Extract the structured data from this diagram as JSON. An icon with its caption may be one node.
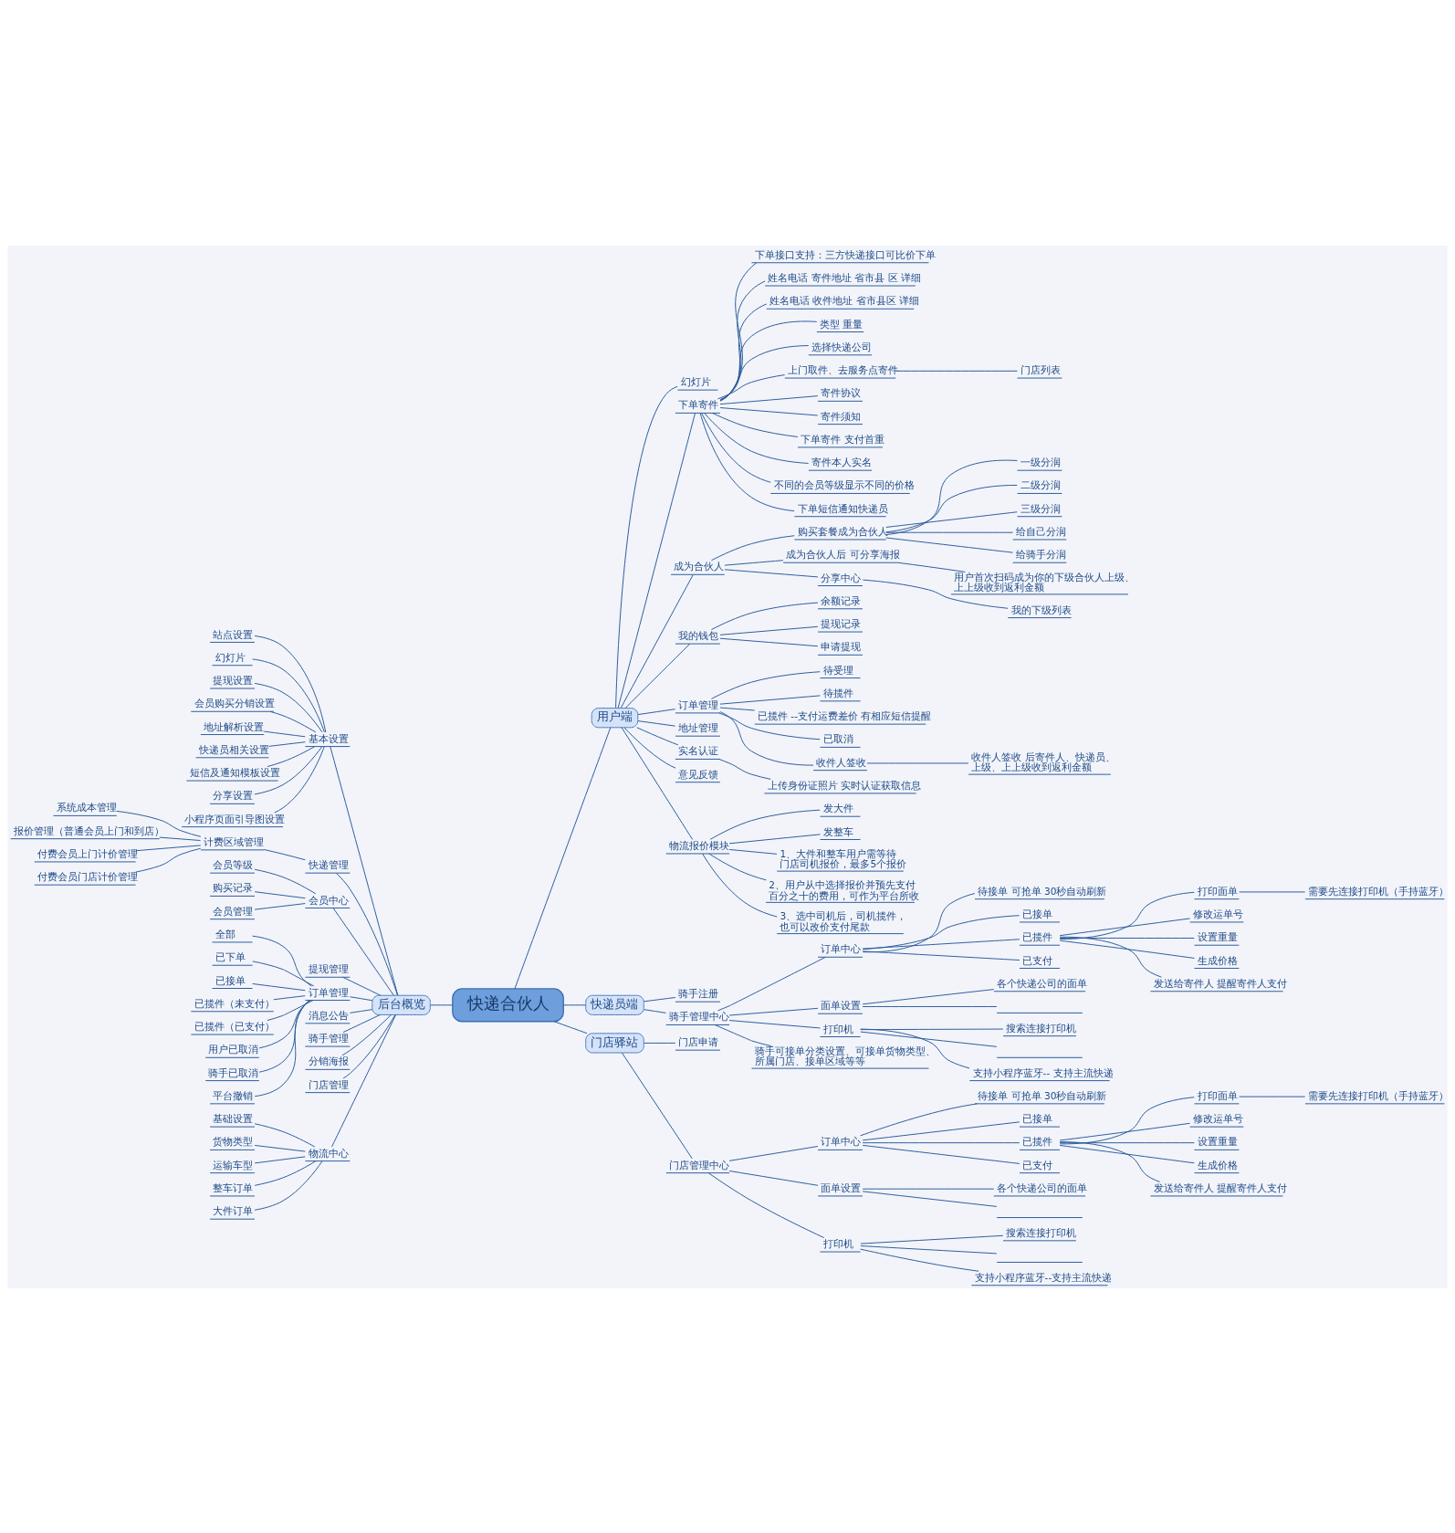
{
  "diagram": {
    "nodes": [
      {
        "text": [
          "快递合伙人"
        ]
      },
      {
        "text": [
          "用户端"
        ]
      },
      {
        "text": [
          "幻灯片"
        ]
      },
      {
        "text": [
          "下单寄件"
        ]
      },
      {
        "text": [
          "下单接口支持：三方快递接口可比价下单"
        ]
      },
      {
        "text": [
          "姓名电话 寄件地址 省市县 区 详细"
        ]
      },
      {
        "text": [
          "姓名电话 收件地址 省市县区 详细"
        ]
      },
      {
        "text": [
          "类型 重量"
        ]
      },
      {
        "text": [
          "选择快递公司"
        ]
      },
      {
        "text": [
          "上门取件、去服务点寄件"
        ]
      },
      {
        "text": [
          "门店列表"
        ]
      },
      {
        "text": [
          "寄件协议"
        ]
      },
      {
        "text": [
          "寄件须知"
        ]
      },
      {
        "text": [
          "下单寄件 支付首重"
        ]
      },
      {
        "text": [
          "寄件本人实名"
        ]
      },
      {
        "text": [
          "不同的会员等级显示不同的价格"
        ]
      },
      {
        "text": [
          "下单短信通知快递员"
        ]
      },
      {
        "text": [
          "成为合伙人"
        ]
      },
      {
        "text": [
          "购买套餐成为合伙人"
        ]
      },
      {
        "text": [
          "一级分润"
        ]
      },
      {
        "text": [
          "二级分润"
        ]
      },
      {
        "text": [
          "三级分润"
        ]
      },
      {
        "text": [
          "给自己分润"
        ]
      },
      {
        "text": [
          "给骑手分润"
        ]
      },
      {
        "text": [
          "成为合伙人后 可分享海报"
        ]
      },
      {
        "text": [
          "用户首次扫码成为你的下级合伙人上级、上上级收到返利金额"
        ]
      },
      {
        "text": [
          "分享中心"
        ]
      },
      {
        "text": [
          "我的下级列表"
        ]
      },
      {
        "text": [
          "我的钱包"
        ]
      },
      {
        "text": [
          "余额记录"
        ]
      },
      {
        "text": [
          "提现记录"
        ]
      },
      {
        "text": [
          "申请提现"
        ]
      },
      {
        "text": [
          "订单管理"
        ]
      },
      {
        "text": [
          "待受理"
        ]
      },
      {
        "text": [
          "待揽件"
        ]
      },
      {
        "text": [
          "已揽件 --支付运费差价 有相应短信提醒"
        ]
      },
      {
        "text": [
          "已取消"
        ]
      },
      {
        "text": [
          "收件人签收"
        ]
      },
      {
        "text": [
          "收件人签收 后寄件人、快递员、上级、上上级收到返利金额"
        ]
      },
      {
        "text": [
          "地址管理"
        ]
      },
      {
        "text": [
          "实名认证"
        ]
      },
      {
        "text": [
          "上传身份证照片 实时认证获取信息"
        ]
      },
      {
        "text": [
          "意见反馈"
        ]
      },
      {
        "text": [
          "物流报价模块"
        ]
      },
      {
        "text": [
          "发大件"
        ]
      },
      {
        "text": [
          "发整车"
        ]
      },
      {
        "text": [
          "1、大件和整车用户需等待门店司机报价，最多5个报价"
        ]
      },
      {
        "text": [
          "2、用户从中选择报价并预先支付百分之十的费用，可作为平台所收"
        ]
      },
      {
        "text": [
          "3、选中司机后，司机揽件，也可以改价支付尾款"
        ]
      },
      {
        "text": [
          "快递员端"
        ]
      },
      {
        "text": [
          "骑手注册"
        ]
      },
      {
        "text": [
          "骑手管理中心"
        ]
      },
      {
        "text": [
          "订单中心"
        ]
      },
      {
        "text": [
          "待接单 可抢单 30秒自动刷新"
        ]
      },
      {
        "text": [
          "已接单"
        ]
      },
      {
        "text": [
          "已揽件"
        ]
      },
      {
        "text": [
          "打印面单"
        ]
      },
      {
        "text": [
          "需要先连接打印机（手持蓝牙）"
        ]
      },
      {
        "text": [
          "修改运单号"
        ]
      },
      {
        "text": [
          "设置重量"
        ]
      },
      {
        "text": [
          "生成价格"
        ]
      },
      {
        "text": [
          "发送给寄件人 提醒寄件人支付"
        ]
      },
      {
        "text": [
          "已支付"
        ]
      },
      {
        "text": [
          "面单设置"
        ]
      },
      {
        "text": [
          "各个快递公司的面单"
        ]
      },
      {
        "text": [],
        "shape": "bar"
      },
      {
        "text": [
          "打印机"
        ]
      },
      {
        "text": [
          "搜索连接打印机"
        ]
      },
      {
        "text": [],
        "shape": "bar"
      },
      {
        "text": [
          "支持小程序蓝牙-- 支持主流快递"
        ]
      },
      {
        "text": [
          "骑手可接单分类设置、可接单货物类型、所属门店、接单区域等等"
        ]
      },
      {
        "text": [
          "门店驿站"
        ]
      },
      {
        "text": [
          "门店申请"
        ]
      },
      {
        "text": [
          "门店管理中心"
        ]
      },
      {
        "text": [
          "订单中心"
        ]
      },
      {
        "text": [
          "待接单 可抢单 30秒自动刷新"
        ]
      },
      {
        "text": [
          "已接单"
        ]
      },
      {
        "text": [
          "已揽件"
        ]
      },
      {
        "text": [
          "打印面单"
        ]
      },
      {
        "text": [
          "需要先连接打印机（手持蓝牙）"
        ]
      },
      {
        "text": [
          "修改运单号"
        ]
      },
      {
        "text": [
          "设置重量"
        ]
      },
      {
        "text": [
          "生成价格"
        ]
      },
      {
        "text": [
          "发送给寄件人 提醒寄件人支付"
        ]
      },
      {
        "text": [
          "已支付"
        ]
      },
      {
        "text": [
          "面单设置"
        ]
      },
      {
        "text": [
          "各个快递公司的面单"
        ]
      },
      {
        "text": [],
        "shape": "bar"
      },
      {
        "text": [
          "打印机"
        ]
      },
      {
        "text": [
          "搜索连接打印机"
        ]
      },
      {
        "text": [],
        "shape": "bar"
      },
      {
        "text": [
          "支持小程序蓝牙--支持主流快递"
        ]
      },
      {
        "text": [
          "后台概览"
        ]
      },
      {
        "text": [
          "基本设置"
        ]
      },
      {
        "text": [
          "站点设置"
        ]
      },
      {
        "text": [
          "幻灯片"
        ]
      },
      {
        "text": [
          "提现设置"
        ]
      },
      {
        "text": [
          "会员购买分销设置"
        ]
      },
      {
        "text": [
          "地址解析设置"
        ]
      },
      {
        "text": [
          "快递员相关设置"
        ]
      },
      {
        "text": [
          "短信及通知模板设置"
        ]
      },
      {
        "text": [
          "分享设置"
        ]
      },
      {
        "text": [
          "小程序页面引导图设置"
        ]
      },
      {
        "text": [
          "快递管理"
        ]
      },
      {
        "text": [
          "计费区域管理"
        ]
      },
      {
        "text": [
          "系统成本管理"
        ]
      },
      {
        "text": [
          "报价管理（普通会员上门和到店）"
        ]
      },
      {
        "text": [
          "付费会员上门计价管理"
        ]
      },
      {
        "text": [
          "付费会员门店计价管理"
        ]
      },
      {
        "text": [
          "会员中心"
        ]
      },
      {
        "text": [
          "会员等级"
        ]
      },
      {
        "text": [
          "购买记录"
        ]
      },
      {
        "text": [
          "会员管理"
        ]
      },
      {
        "text": [
          "提现管理"
        ]
      },
      {
        "text": [
          "订单管理"
        ]
      },
      {
        "text": [
          "全部"
        ]
      },
      {
        "text": [
          "已下单"
        ]
      },
      {
        "text": [
          "已接单"
        ]
      },
      {
        "text": [
          "已揽件（未支付）"
        ]
      },
      {
        "text": [
          "已揽件（已支付）"
        ]
      },
      {
        "text": [
          "用户已取消"
        ]
      },
      {
        "text": [
          "骑手已取消"
        ]
      },
      {
        "text": [
          "平台撤销"
        ]
      },
      {
        "text": [
          "消息公告"
        ]
      },
      {
        "text": [
          "骑手管理"
        ]
      },
      {
        "text": [
          "分销海报"
        ]
      },
      {
        "text": [
          "门店管理"
        ]
      },
      {
        "text": [
          "物流中心"
        ]
      },
      {
        "text": [
          "基础设置"
        ]
      },
      {
        "text": [
          "货物类型"
        ]
      },
      {
        "text": [
          "运输车型"
        ]
      },
      {
        "text": [
          "整车订单"
        ]
      },
      {
        "text": [
          "大件订单"
        ]
      }
    ],
    "edges": [
      {
        "from": 0,
        "to": 1,
        "arrow": "none"
      },
      {
        "from": 1,
        "to": 2,
        "arrow": "none"
      },
      {
        "from": 1,
        "to": 3,
        "arrow": "none"
      },
      {
        "from": 3,
        "to": 4,
        "arrow": "none"
      },
      {
        "from": 3,
        "to": 5,
        "arrow": "none"
      },
      {
        "from": 3,
        "to": 6,
        "arrow": "none"
      },
      {
        "from": 3,
        "to": 7,
        "arrow": "none"
      },
      {
        "from": 3,
        "to": 8,
        "arrow": "none"
      },
      {
        "from": 3,
        "to": 9,
        "arrow": "none"
      },
      {
        "from": 9,
        "to": 10,
        "arrow": "none"
      },
      {
        "from": 3,
        "to": 11,
        "arrow": "none"
      },
      {
        "from": 3,
        "to": 12,
        "arrow": "none"
      },
      {
        "from": 3,
        "to": 13,
        "arrow": "none"
      },
      {
        "from": 3,
        "to": 14,
        "arrow": "none"
      },
      {
        "from": 3,
        "to": 15,
        "arrow": "none"
      },
      {
        "from": 3,
        "to": 16,
        "arrow": "none"
      },
      {
        "from": 1,
        "to": 17,
        "arrow": "none"
      },
      {
        "from": 17,
        "to": 18,
        "arrow": "none"
      },
      {
        "from": 18,
        "to": 19,
        "arrow": "none"
      },
      {
        "from": 18,
        "to": 20,
        "arrow": "none"
      },
      {
        "from": 18,
        "to": 21,
        "arrow": "none"
      },
      {
        "from": 18,
        "to": 22,
        "arrow": "none"
      },
      {
        "from": 18,
        "to": 23,
        "arrow": "none"
      },
      {
        "from": 17,
        "to": 24,
        "arrow": "none"
      },
      {
        "from": 24,
        "to": 25,
        "arrow": "none"
      },
      {
        "from": 17,
        "to": 26,
        "arrow": "none"
      },
      {
        "from": 26,
        "to": 27,
        "arrow": "none"
      },
      {
        "from": 1,
        "to": 28,
        "arrow": "none"
      },
      {
        "from": 28,
        "to": 29,
        "arrow": "none"
      },
      {
        "from": 28,
        "to": 30,
        "arrow": "none"
      },
      {
        "from": 28,
        "to": 31,
        "arrow": "none"
      },
      {
        "from": 1,
        "to": 32,
        "arrow": "none"
      },
      {
        "from": 32,
        "to": 33,
        "arrow": "none"
      },
      {
        "from": 32,
        "to": 34,
        "arrow": "none"
      },
      {
        "from": 32,
        "to": 35,
        "arrow": "none"
      },
      {
        "from": 32,
        "to": 36,
        "arrow": "none"
      },
      {
        "from": 32,
        "to": 37,
        "arrow": "none"
      },
      {
        "from": 37,
        "to": 38,
        "arrow": "none"
      },
      {
        "from": 1,
        "to": 39,
        "arrow": "none"
      },
      {
        "from": 1,
        "to": 40,
        "arrow": "none"
      },
      {
        "from": 40,
        "to": 41,
        "arrow": "none"
      },
      {
        "from": 1,
        "to": 42,
        "arrow": "none"
      },
      {
        "from": 1,
        "to": 43,
        "arrow": "none"
      },
      {
        "from": 43,
        "to": 44,
        "arrow": "none"
      },
      {
        "from": 43,
        "to": 45,
        "arrow": "none"
      },
      {
        "from": 43,
        "to": 46,
        "arrow": "none"
      },
      {
        "from": 43,
        "to": 47,
        "arrow": "none"
      },
      {
        "from": 43,
        "to": 48,
        "arrow": "none"
      },
      {
        "from": 0,
        "to": 49,
        "arrow": "none"
      },
      {
        "from": 49,
        "to": 50,
        "arrow": "none"
      },
      {
        "from": 49,
        "to": 51,
        "arrow": "none"
      },
      {
        "from": 51,
        "to": 52,
        "arrow": "none"
      },
      {
        "from": 52,
        "to": 53,
        "arrow": "none"
      },
      {
        "from": 52,
        "to": 54,
        "arrow": "none"
      },
      {
        "from": 52,
        "to": 55,
        "arrow": "none"
      },
      {
        "from": 55,
        "to": 56,
        "arrow": "none"
      },
      {
        "from": 56,
        "to": 57,
        "arrow": "none"
      },
      {
        "from": 55,
        "to": 58,
        "arrow": "none"
      },
      {
        "from": 55,
        "to": 59,
        "arrow": "none"
      },
      {
        "from": 55,
        "to": 60,
        "arrow": "none"
      },
      {
        "from": 55,
        "to": 61,
        "arrow": "none"
      },
      {
        "from": 52,
        "to": 62,
        "arrow": "none"
      },
      {
        "from": 51,
        "to": 63,
        "arrow": "none"
      },
      {
        "from": 63,
        "to": 64,
        "arrow": "none"
      },
      {
        "from": 63,
        "to": 65,
        "arrow": "none"
      },
      {
        "from": 51,
        "to": 66,
        "arrow": "none"
      },
      {
        "from": 66,
        "to": 67,
        "arrow": "none"
      },
      {
        "from": 66,
        "to": 68,
        "arrow": "none"
      },
      {
        "from": 66,
        "to": 69,
        "arrow": "none"
      },
      {
        "from": 51,
        "to": 70,
        "arrow": "none"
      },
      {
        "from": 0,
        "to": 71,
        "arrow": "none"
      },
      {
        "from": 71,
        "to": 72,
        "arrow": "none"
      },
      {
        "from": 71,
        "to": 73,
        "arrow": "none"
      },
      {
        "from": 73,
        "to": 74,
        "arrow": "none"
      },
      {
        "from": 74,
        "to": 75,
        "arrow": "none"
      },
      {
        "from": 74,
        "to": 76,
        "arrow": "none"
      },
      {
        "from": 74,
        "to": 77,
        "arrow": "none"
      },
      {
        "from": 77,
        "to": 78,
        "arrow": "none"
      },
      {
        "from": 78,
        "to": 79,
        "arrow": "none"
      },
      {
        "from": 77,
        "to": 80,
        "arrow": "none"
      },
      {
        "from": 77,
        "to": 81,
        "arrow": "none"
      },
      {
        "from": 77,
        "to": 82,
        "arrow": "none"
      },
      {
        "from": 77,
        "to": 83,
        "arrow": "none"
      },
      {
        "from": 74,
        "to": 84,
        "arrow": "none"
      },
      {
        "from": 73,
        "to": 85,
        "arrow": "none"
      },
      {
        "from": 85,
        "to": 86,
        "arrow": "none"
      },
      {
        "from": 85,
        "to": 87,
        "arrow": "none"
      },
      {
        "from": 73,
        "to": 88,
        "arrow": "none"
      },
      {
        "from": 88,
        "to": 89,
        "arrow": "none"
      },
      {
        "from": 88,
        "to": 90,
        "arrow": "none"
      },
      {
        "from": 88,
        "to": 91,
        "arrow": "none"
      },
      {
        "from": 92,
        "to": 0,
        "arrow": "none"
      },
      {
        "from": 93,
        "to": 92,
        "arrow": "none"
      },
      {
        "from": 94,
        "to": 93,
        "arrow": "none"
      },
      {
        "from": 95,
        "to": 93,
        "arrow": "none"
      },
      {
        "from": 96,
        "to": 93,
        "arrow": "none"
      },
      {
        "from": 97,
        "to": 93,
        "arrow": "none"
      },
      {
        "from": 98,
        "to": 93,
        "arrow": "none"
      },
      {
        "from": 99,
        "to": 93,
        "arrow": "none"
      },
      {
        "from": 100,
        "to": 93,
        "arrow": "none"
      },
      {
        "from": 101,
        "to": 93,
        "arrow": "none"
      },
      {
        "from": 102,
        "to": 93,
        "arrow": "none"
      },
      {
        "from": 103,
        "to": 92,
        "arrow": "none"
      },
      {
        "from": 104,
        "to": 103,
        "arrow": "none"
      },
      {
        "from": 105,
        "to": 104,
        "arrow": "none"
      },
      {
        "from": 106,
        "to": 104,
        "arrow": "none"
      },
      {
        "from": 107,
        "to": 104,
        "arrow": "none"
      },
      {
        "from": 108,
        "to": 104,
        "arrow": "none"
      },
      {
        "from": 109,
        "to": 92,
        "arrow": "none"
      },
      {
        "from": 110,
        "to": 109,
        "arrow": "none"
      },
      {
        "from": 111,
        "to": 109,
        "arrow": "none"
      },
      {
        "from": 112,
        "to": 109,
        "arrow": "none"
      },
      {
        "from": 113,
        "to": 92,
        "arrow": "none"
      },
      {
        "from": 114,
        "to": 92,
        "arrow": "none"
      },
      {
        "from": 115,
        "to": 114,
        "arrow": "none"
      },
      {
        "from": 116,
        "to": 114,
        "arrow": "none"
      },
      {
        "from": 117,
        "to": 114,
        "arrow": "none"
      },
      {
        "from": 118,
        "to": 114,
        "arrow": "none"
      },
      {
        "from": 119,
        "to": 114,
        "arrow": "none"
      },
      {
        "from": 120,
        "to": 114,
        "arrow": "none"
      },
      {
        "from": 121,
        "to": 114,
        "arrow": "none"
      },
      {
        "from": 122,
        "to": 114,
        "arrow": "none"
      },
      {
        "from": 123,
        "to": 92,
        "arrow": "none"
      },
      {
        "from": 124,
        "to": 92,
        "arrow": "none"
      },
      {
        "from": 125,
        "to": 92,
        "arrow": "none"
      },
      {
        "from": 126,
        "to": 92,
        "arrow": "none"
      },
      {
        "from": 127,
        "to": 92,
        "arrow": "none"
      },
      {
        "from": 128,
        "to": 127,
        "arrow": "none"
      },
      {
        "from": 129,
        "to": 127,
        "arrow": "none"
      },
      {
        "from": 130,
        "to": 127,
        "arrow": "none"
      },
      {
        "from": 131,
        "to": 127,
        "arrow": "none"
      },
      {
        "from": 132,
        "to": 127,
        "arrow": "none"
      }
    ]
  }
}
